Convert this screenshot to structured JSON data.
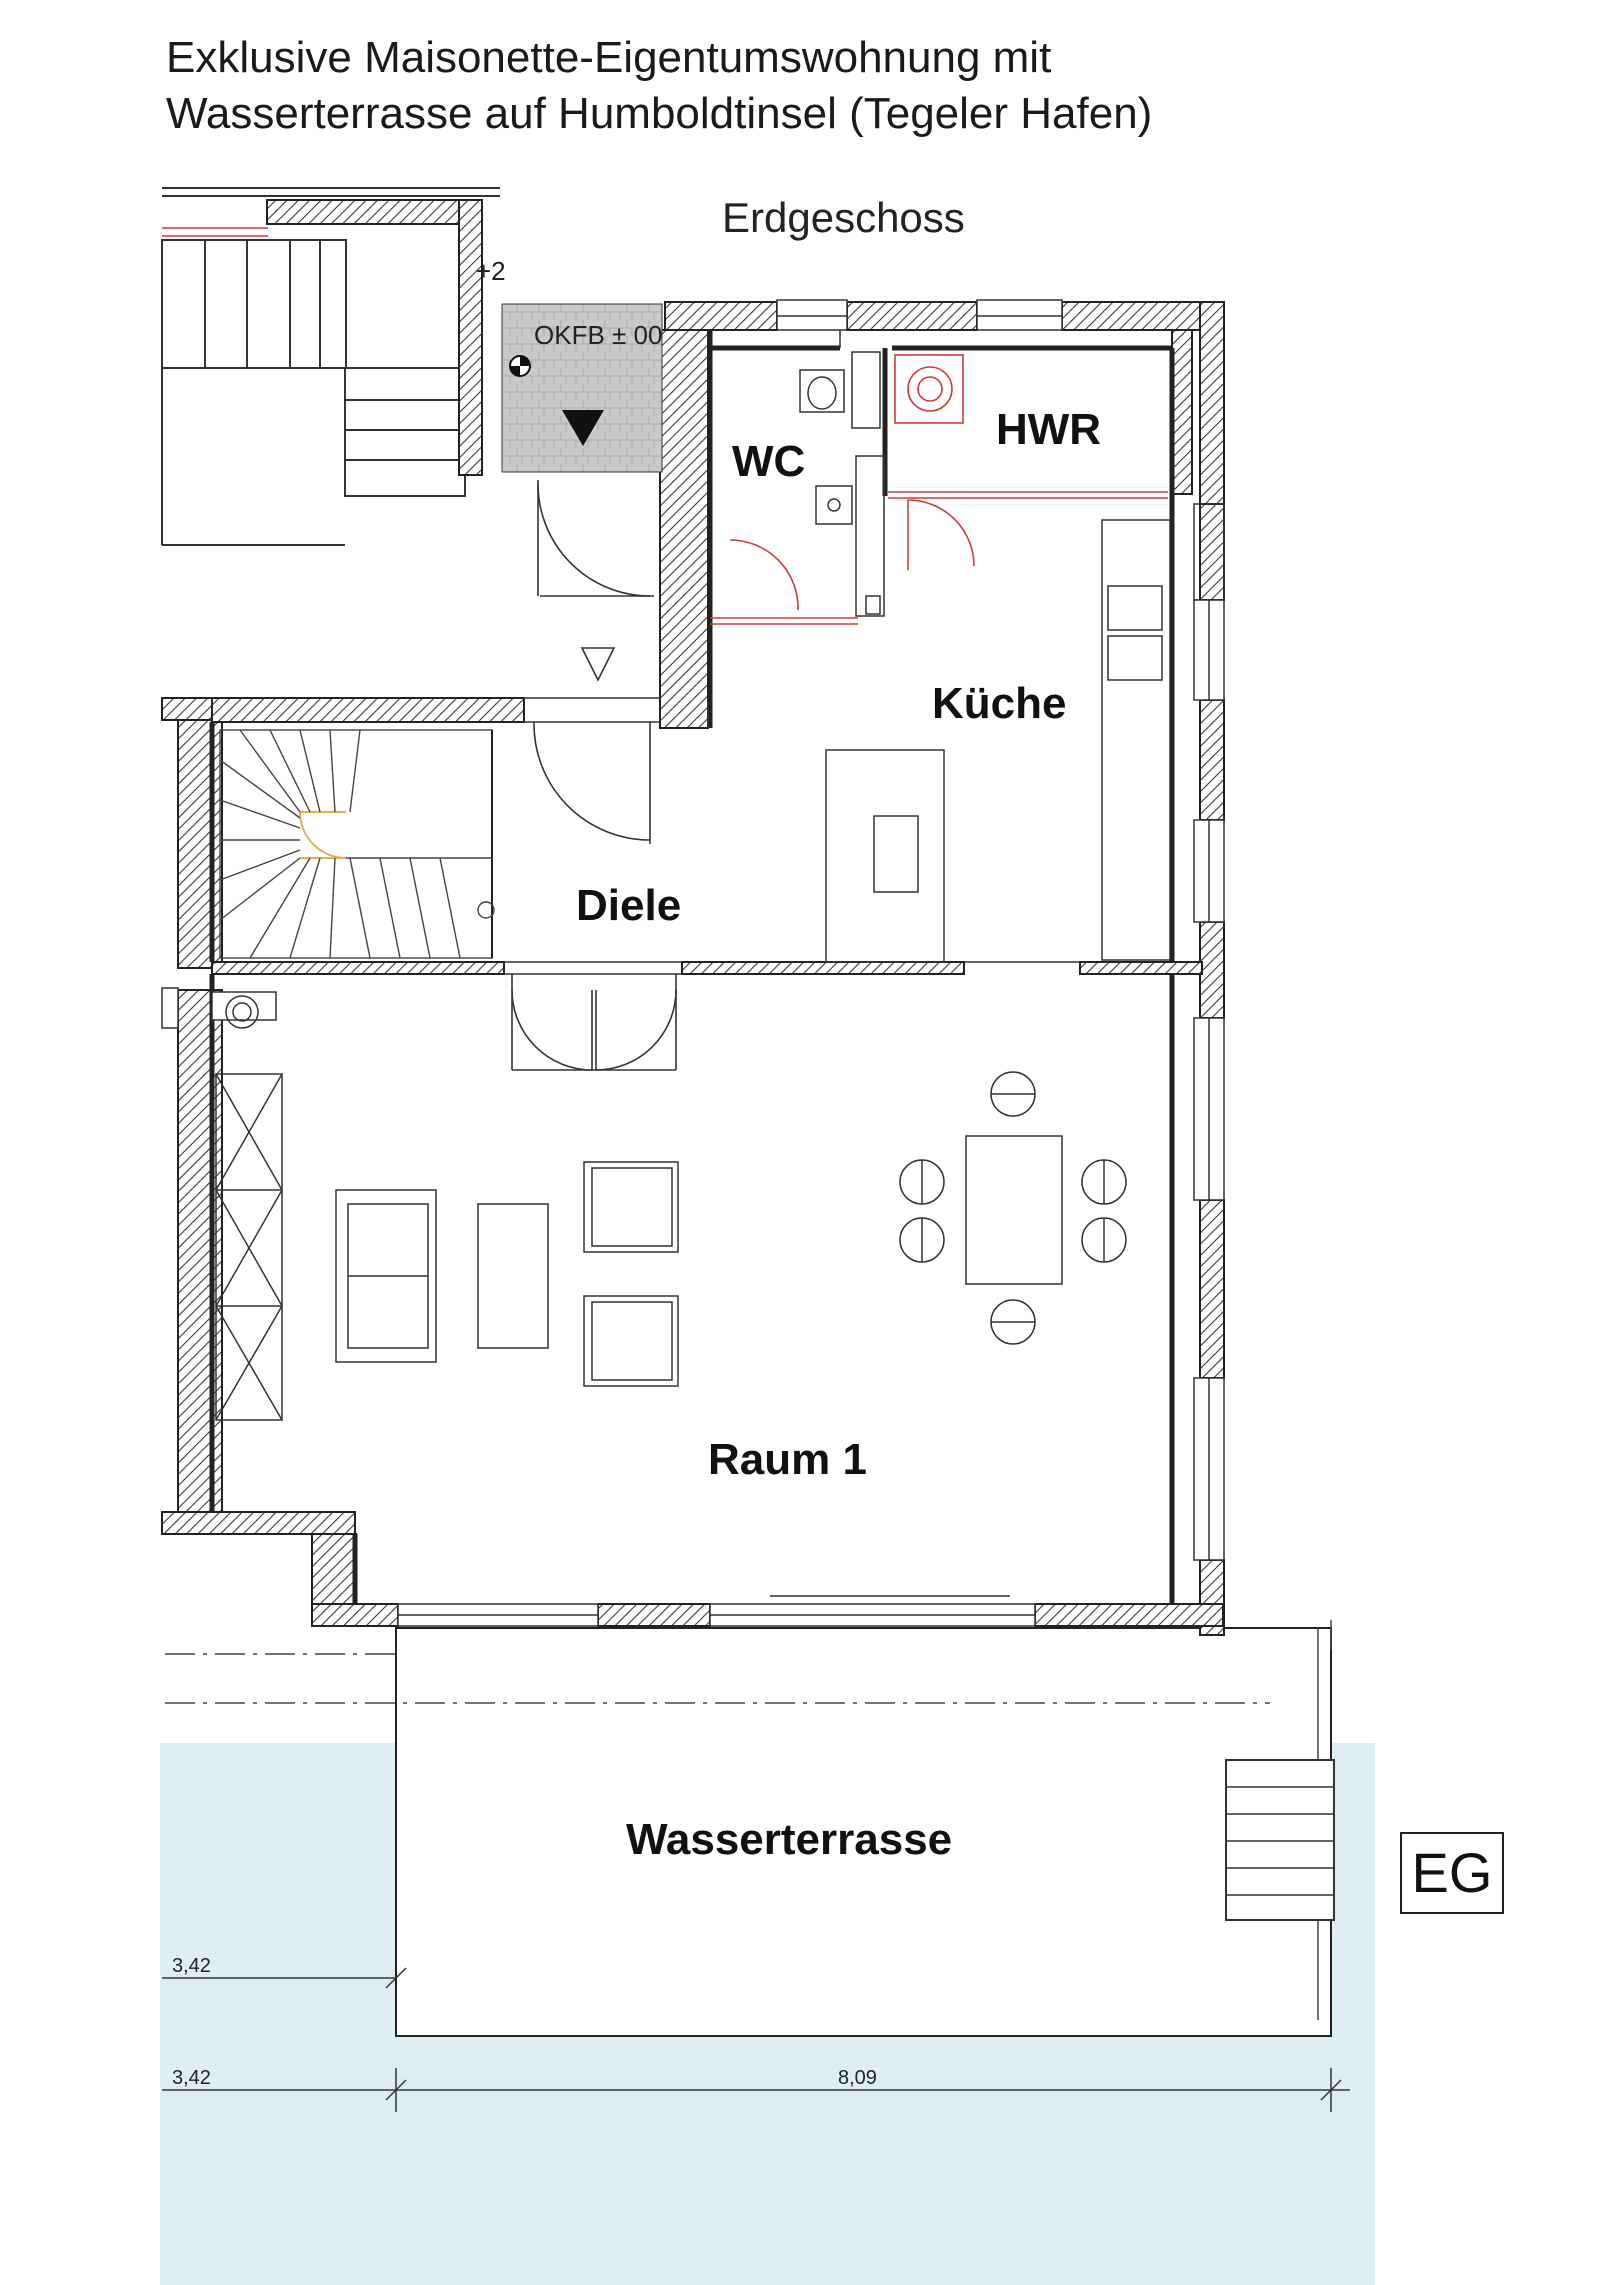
{
  "title": {
    "line1": "Exklusive Maisonette-Eigentumswohnung mit",
    "line2": "Wasserterrasse auf Humboldtinsel (Tegeler Hafen)"
  },
  "floor_label": "Erdgeschoss",
  "level_note": "OKFB ± 00",
  "step_note": "+2",
  "rooms": {
    "wc": "WC",
    "hwr": "HWR",
    "kueche": "Küche",
    "diele": "Diele",
    "raum1": "Raum 1",
    "wasserterrasse": "Wasserterrasse"
  },
  "dimensions": {
    "upper_left": "3,42",
    "lower_left": "3,42",
    "lower_right": "8,09"
  },
  "level_badge": "EG",
  "colors": {
    "water": "#dfeef5",
    "wall_hatch": "#3a3a3a",
    "tile_fill": "#c9c9c9",
    "red_line": "#d23a3a"
  }
}
